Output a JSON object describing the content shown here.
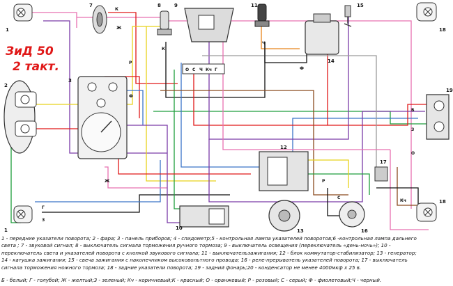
{
  "title": {
    "line1": "ЗиД 50",
    "line2": "2 такт."
  },
  "legend": {
    "line1": "1 - передние указатели поворота; 2 - фара; 3 - панель приборов; 4 - спидометр;5 - контрольная лампа указателей поворотов;6 -контрольная лампа дальнего",
    "line2": "света ; 7 - звуковой сигнал; 8 - выключатель сигнала торможения ручного тормоза; 9 - выключатель освещения (переключатель «день-ночь»); 10 -",
    "line3": "переключатель света и указателей поворота с кнопкой звукового сигнала; 11 - выключательзажигания; 12 - блок коммутатор-стабилизатор; 13 - генератор;",
    "line4": "14 - катушка зажигания; 15 - свеча зажигания с наконечником высоковольтного провода; 16 - реле-прерыватель указателей поворота; 17 - выключатель",
    "line5": "сигнала торможения ножного тормоза; 18 - задние указатели поворота; 19 - задний фонарь;20 - конденсатор не менее 4000мкф х 25 в."
  },
  "colors_legend": "Б - белый; Г - голубой; Ж - желтый;З - зеленый; Кч - коричневый;К - красный; О - оранжевый; Р - розовый; С - серый; Ф - фиолетовый;Ч - черный.",
  "numbers": {
    "n1a": "1",
    "n1b": "1",
    "n2": "2",
    "n3": "3",
    "n7": "7",
    "n8": "8",
    "n9": "9",
    "n10": "10",
    "n11": "11",
    "n12": "12",
    "n13": "13",
    "n14": "14",
    "n15": "15",
    "n16": "16",
    "n17": "17",
    "n18a": "18",
    "n18b": "18",
    "n19": "19"
  },
  "wire_labels": {
    "k1": "К",
    "zh1": "Ж",
    "r1": "Р",
    "f1": "Ф",
    "o1": "О",
    "s1": "С",
    "ch1": "Ч",
    "kch1": "Кч",
    "g1": "Г",
    "b1": "Б",
    "z1": "З",
    "k2": "К",
    "zh2": "Ж",
    "r2": "Р",
    "f2": "Ф",
    "ch2": "Ч",
    "o2": "О",
    "s2": "С",
    "kch2": "Кч",
    "g2": "Г",
    "z2": "З"
  },
  "colors": {
    "red": "#e01818",
    "pink": "#e870b0",
    "yellow": "#e8d21a",
    "green": "#1e9e3c",
    "blue": "#3a74c8",
    "violet": "#7a3aa8",
    "brown": "#8a4a1e",
    "black": "#111111",
    "gray": "#9a9a9a",
    "orange": "#e8841a"
  }
}
